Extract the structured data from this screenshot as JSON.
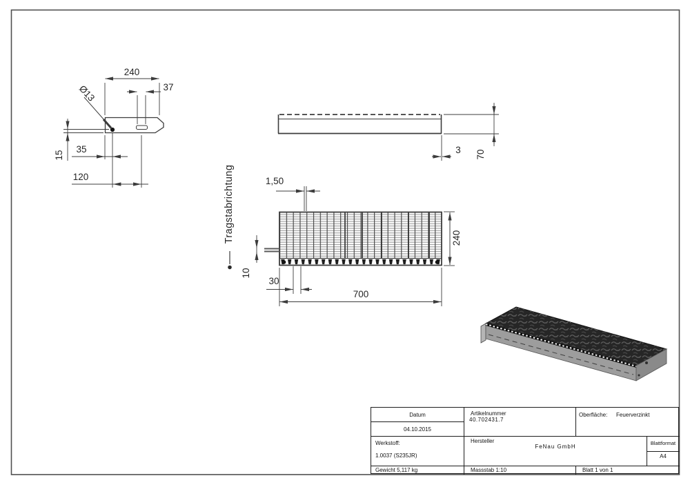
{
  "drawing": {
    "direction_label": "Tragstabrichtung",
    "detail_view": {
      "d_width": "240",
      "d_slot": "37",
      "d_hole": "Ø13",
      "d_height": "15",
      "d_hole_x": "35",
      "d_slot_x": "120"
    },
    "side_view": {
      "d_plate": "3",
      "d_height": "70"
    },
    "plan_view": {
      "d_bar": "1,50",
      "d_depth": "240",
      "d_plate_offset": "10",
      "d_pitch": "30",
      "d_length": "700"
    }
  },
  "title_block": {
    "datum_label": "Datum",
    "datum_value": "04.10.2015",
    "artikelnummer_label": "Artikelnummer",
    "artikelnummer_value": "40.702431.7",
    "oberflaeche_label": "Oberfläche:",
    "oberflaeche_value": "Feuerverzinkt",
    "werkstoff_label": "Werkstoff:",
    "werkstoff_value": "1.0037 (S235JR)",
    "hersteller_label": "Hersteller",
    "hersteller_value": "FeNau GmbH",
    "blattformat_label": "Blattformat",
    "blattformat_value": "A4",
    "gewicht_value": "Gewicht 5,117 kg",
    "massstab_value": "Massstab 1:10",
    "blatt_value": "Blatt 1 von 1"
  },
  "colors": {
    "line": "#3c3c3c",
    "steel_dark": "#262626",
    "steel_gray": "#9d9d9d"
  }
}
